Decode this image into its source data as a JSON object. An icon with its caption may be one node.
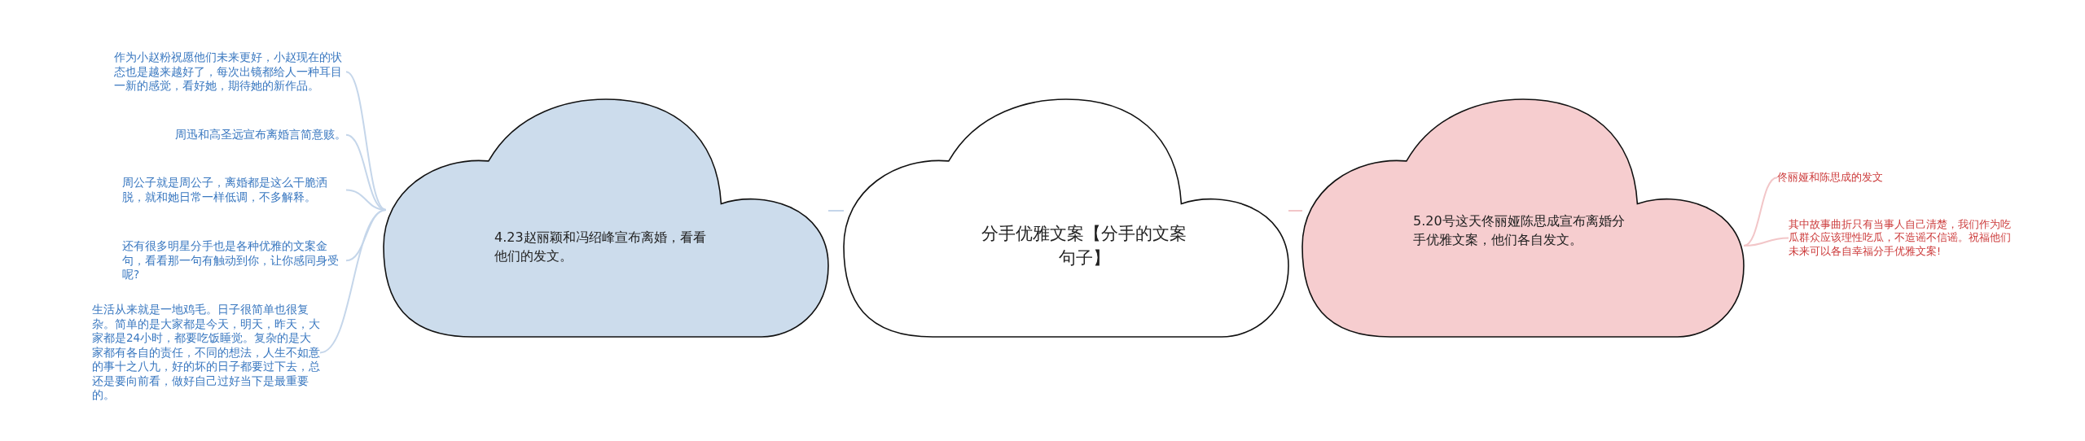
{
  "diagram": {
    "nodes": [
      {
        "text": [
          "分手优雅文案【分手的文案句子】"
        ]
      },
      {
        "text": [
          "4.23赵丽颖和冯绍峰宣布离婚，看看他们的发文。"
        ]
      },
      {
        "text": [
          "5.20号这天佟丽娅陈思成宣布离婚分手优雅文案，他们各自发文。"
        ]
      },
      {
        "text": [
          "作为小赵粉祝愿他们未来更好，小赵现在的状态也是越来越好了，每次出镜都给人一种耳目一新的感觉，看好她，期待她的新作品。"
        ]
      },
      {
        "text": [
          "周迅和高圣远宣布离婚言简意赅。"
        ]
      },
      {
        "text": [
          "周公子就是周公子，离婚都是这么干脆洒脱，就和她日常一样低调，不多解释。"
        ]
      },
      {
        "text": [
          "还有很多明星分手也是各种优雅的文案金句，看看那一句有触动到你，让你感同身受呢?"
        ]
      },
      {
        "text": [
          "生活从来就是一地鸡毛。日子很简单也很复杂。简单的是大家都是今天，明天，昨天，大家都是24小时，都要吃饭睡觉。复杂的是大家都有各自的责任，不同的想法，人生不如意的事十之八九，好的坏的日子都要过下去，总还是要向前看，做好自己过好当下是最重要的。"
        ]
      },
      {
        "text": [
          "佟丽娅和陈思成的发文"
        ]
      },
      {
        "text": [
          "其中故事曲折只有当事人自己清楚，我们作为吃瓜群众应该理性吃瓜，不造谣不信谣。祝福他们未来可以各自幸福分手优雅文案!"
        ]
      }
    ],
    "edges": [
      {
        "from": 0,
        "to": 1,
        "arrow": "none"
      },
      {
        "from": 0,
        "to": 2,
        "arrow": "none",
        "color": "#f2c6c8"
      },
      {
        "from": 1,
        "to": 3,
        "arrow": "none"
      },
      {
        "from": 1,
        "to": 4,
        "arrow": "none"
      },
      {
        "from": 1,
        "to": 5,
        "arrow": "none"
      },
      {
        "from": 1,
        "to": 6,
        "arrow": "none"
      },
      {
        "from": 1,
        "to": 7,
        "arrow": "none"
      },
      {
        "from": 2,
        "to": 8,
        "arrow": "none",
        "color": "#f2c6c8"
      },
      {
        "from": 2,
        "to": 9,
        "arrow": "none",
        "color": "#f2c6c8"
      }
    ]
  }
}
